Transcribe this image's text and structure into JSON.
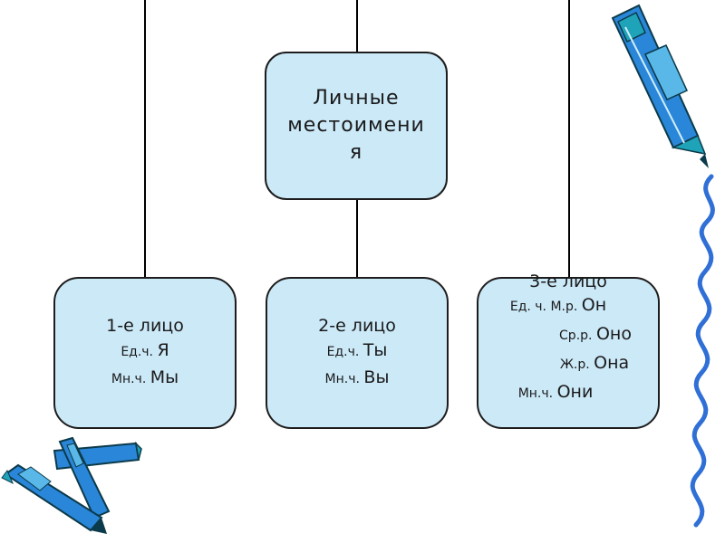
{
  "diagram": {
    "root": {
      "lines": [
        "Личные",
        "местоимени",
        "я"
      ]
    },
    "first_person": {
      "heading": "1-е лицо",
      "rows": [
        {
          "label": "Ед.ч.",
          "pronoun": "Я"
        },
        {
          "label": "Мн.ч.",
          "pronoun": "Мы"
        }
      ]
    },
    "second_person": {
      "heading": "2-е лицо",
      "rows": [
        {
          "label": "Ед.ч.",
          "pronoun": "Ты"
        },
        {
          "label": "Мн.ч.",
          "pronoun": "Вы"
        }
      ]
    },
    "third_person": {
      "heading": "3-е лицо",
      "rows": [
        {
          "label": "Ед. ч. М.р.",
          "pronoun": "Он"
        },
        {
          "label": "Ср.р.",
          "pronoun": "Оно"
        },
        {
          "label": "Ж.р.",
          "pronoun": "Она"
        },
        {
          "label": "Мн.ч.",
          "pronoun": "Они"
        }
      ]
    }
  },
  "colors": {
    "node_fill": "#cce9f8",
    "node_border": "#1d1d1d",
    "connector": "#000000",
    "crayon_blue": "#2a86d8",
    "squiggle_blue": "#2f6fd6"
  },
  "decorations": [
    "crayon-icon",
    "crayon-pile-icon",
    "wavy-line"
  ]
}
